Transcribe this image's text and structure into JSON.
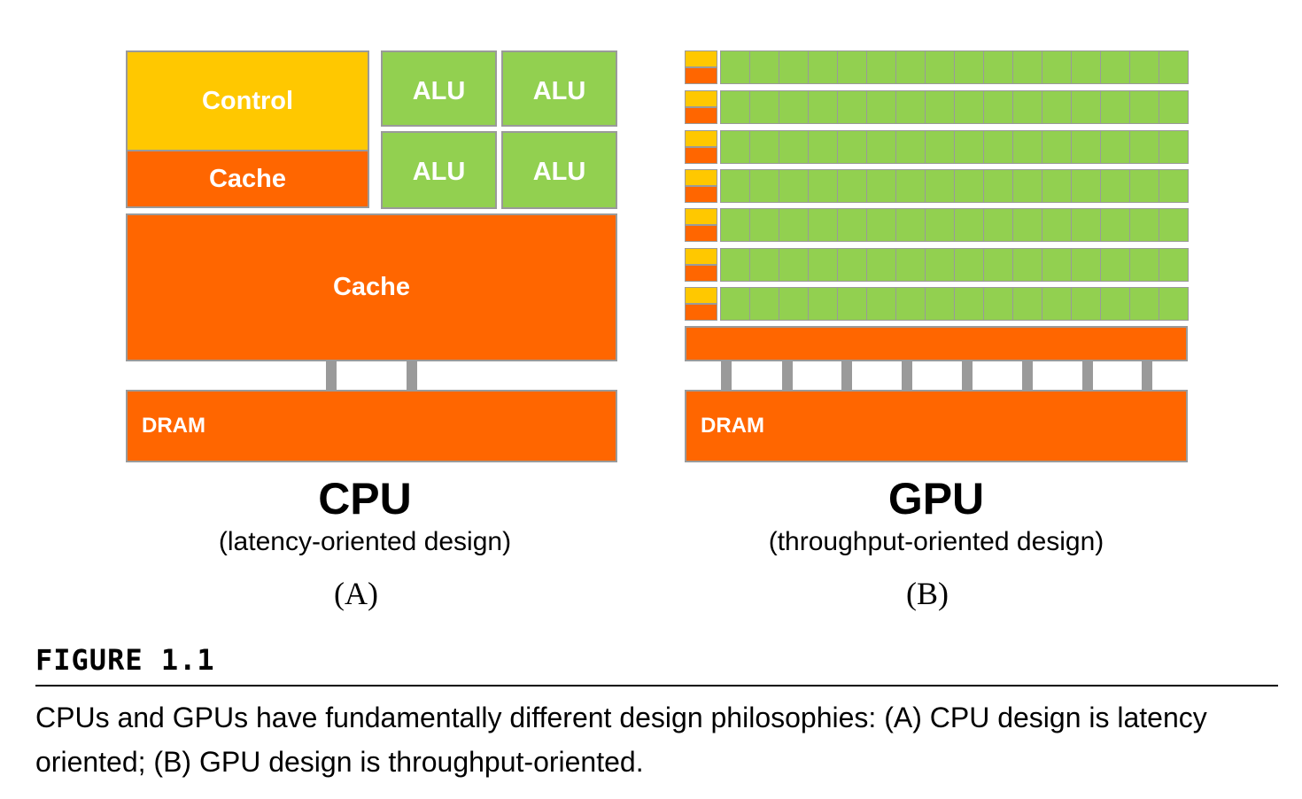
{
  "cpu": {
    "control_label": "Control",
    "cache_small_label": "Cache",
    "alu_labels": [
      "ALU",
      "ALU",
      "ALU",
      "ALU"
    ],
    "cache_big_label": "Cache",
    "dram_label": "DRAM",
    "title": "CPU",
    "subtitle": "(latency-oriented design)",
    "letter": "(A)"
  },
  "gpu": {
    "dram_label": "DRAM",
    "title": "GPU",
    "subtitle": "(throughput-oriented design)",
    "letter": "(B)"
  },
  "figure": {
    "label": "FIGURE 1.1",
    "caption": "CPUs and GPUs have fundamentally different design philosophies: (A) CPU design is latency oriented; (B) GPU design is throughput-oriented."
  },
  "colors": {
    "control": "#ffc800",
    "cache": "#ff6600",
    "alu": "#92d050",
    "border": "#9a9a9a"
  }
}
